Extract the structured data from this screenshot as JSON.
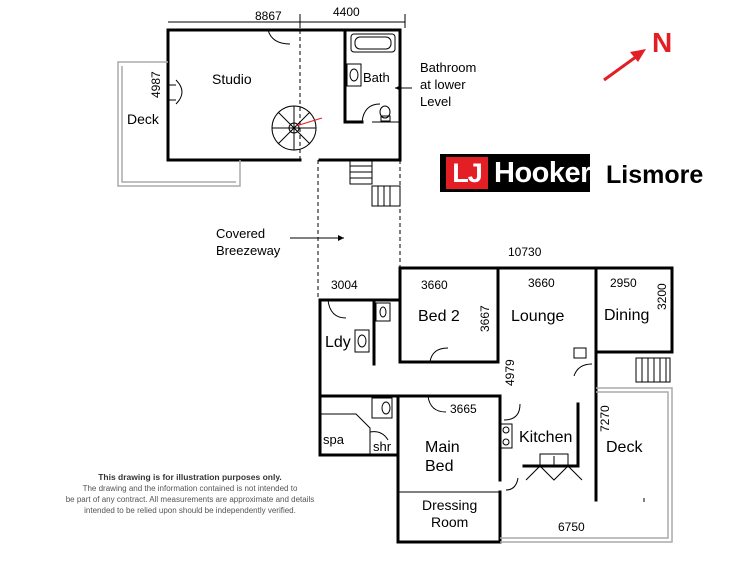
{
  "brand": {
    "logo_left": "LJ",
    "logo_right": "Hooker",
    "office": "Lismore"
  },
  "compass": {
    "label": "N"
  },
  "dimensions": {
    "studio_width": "8867",
    "bath_width": "4400",
    "studio_depth": "4987",
    "main_width": "10730",
    "laundry_width": "3004",
    "bed2_width": "3660",
    "bed2_depth": "3667",
    "lounge_width": "3660",
    "dining_width": "2950",
    "dining_depth": "3200",
    "lounge_depth": "4979",
    "main_bed_width": "3665",
    "deck_depth": "7270",
    "deck_width": "6750"
  },
  "rooms": {
    "studio": "Studio",
    "bath": "Bath",
    "deck_upper": "Deck",
    "bathroom_note": [
      "Bathroom",
      "at lower",
      "Level"
    ],
    "breezeway": [
      "Covered",
      "Breezeway"
    ],
    "bed2": "Bed 2",
    "lounge": "Lounge",
    "dining": "Dining",
    "laundry": "Ldy",
    "spa": "spa",
    "shower": "shr",
    "main_bed": [
      "Main",
      "Bed"
    ],
    "kitchen": "Kitchen",
    "deck_lower": "Deck",
    "dressing": [
      "Dressing",
      "Room"
    ]
  },
  "disclaimer": {
    "heading": "This drawing is for illustration purposes only.",
    "lines": [
      "The drawing and the information contained is not intended to",
      "be part of any contract.  All measurements are approximate and details",
      "intended to be relied upon should be independently verified."
    ]
  },
  "colors": {
    "brand_red": "#e31e24",
    "compass_red": "#e31e24"
  }
}
